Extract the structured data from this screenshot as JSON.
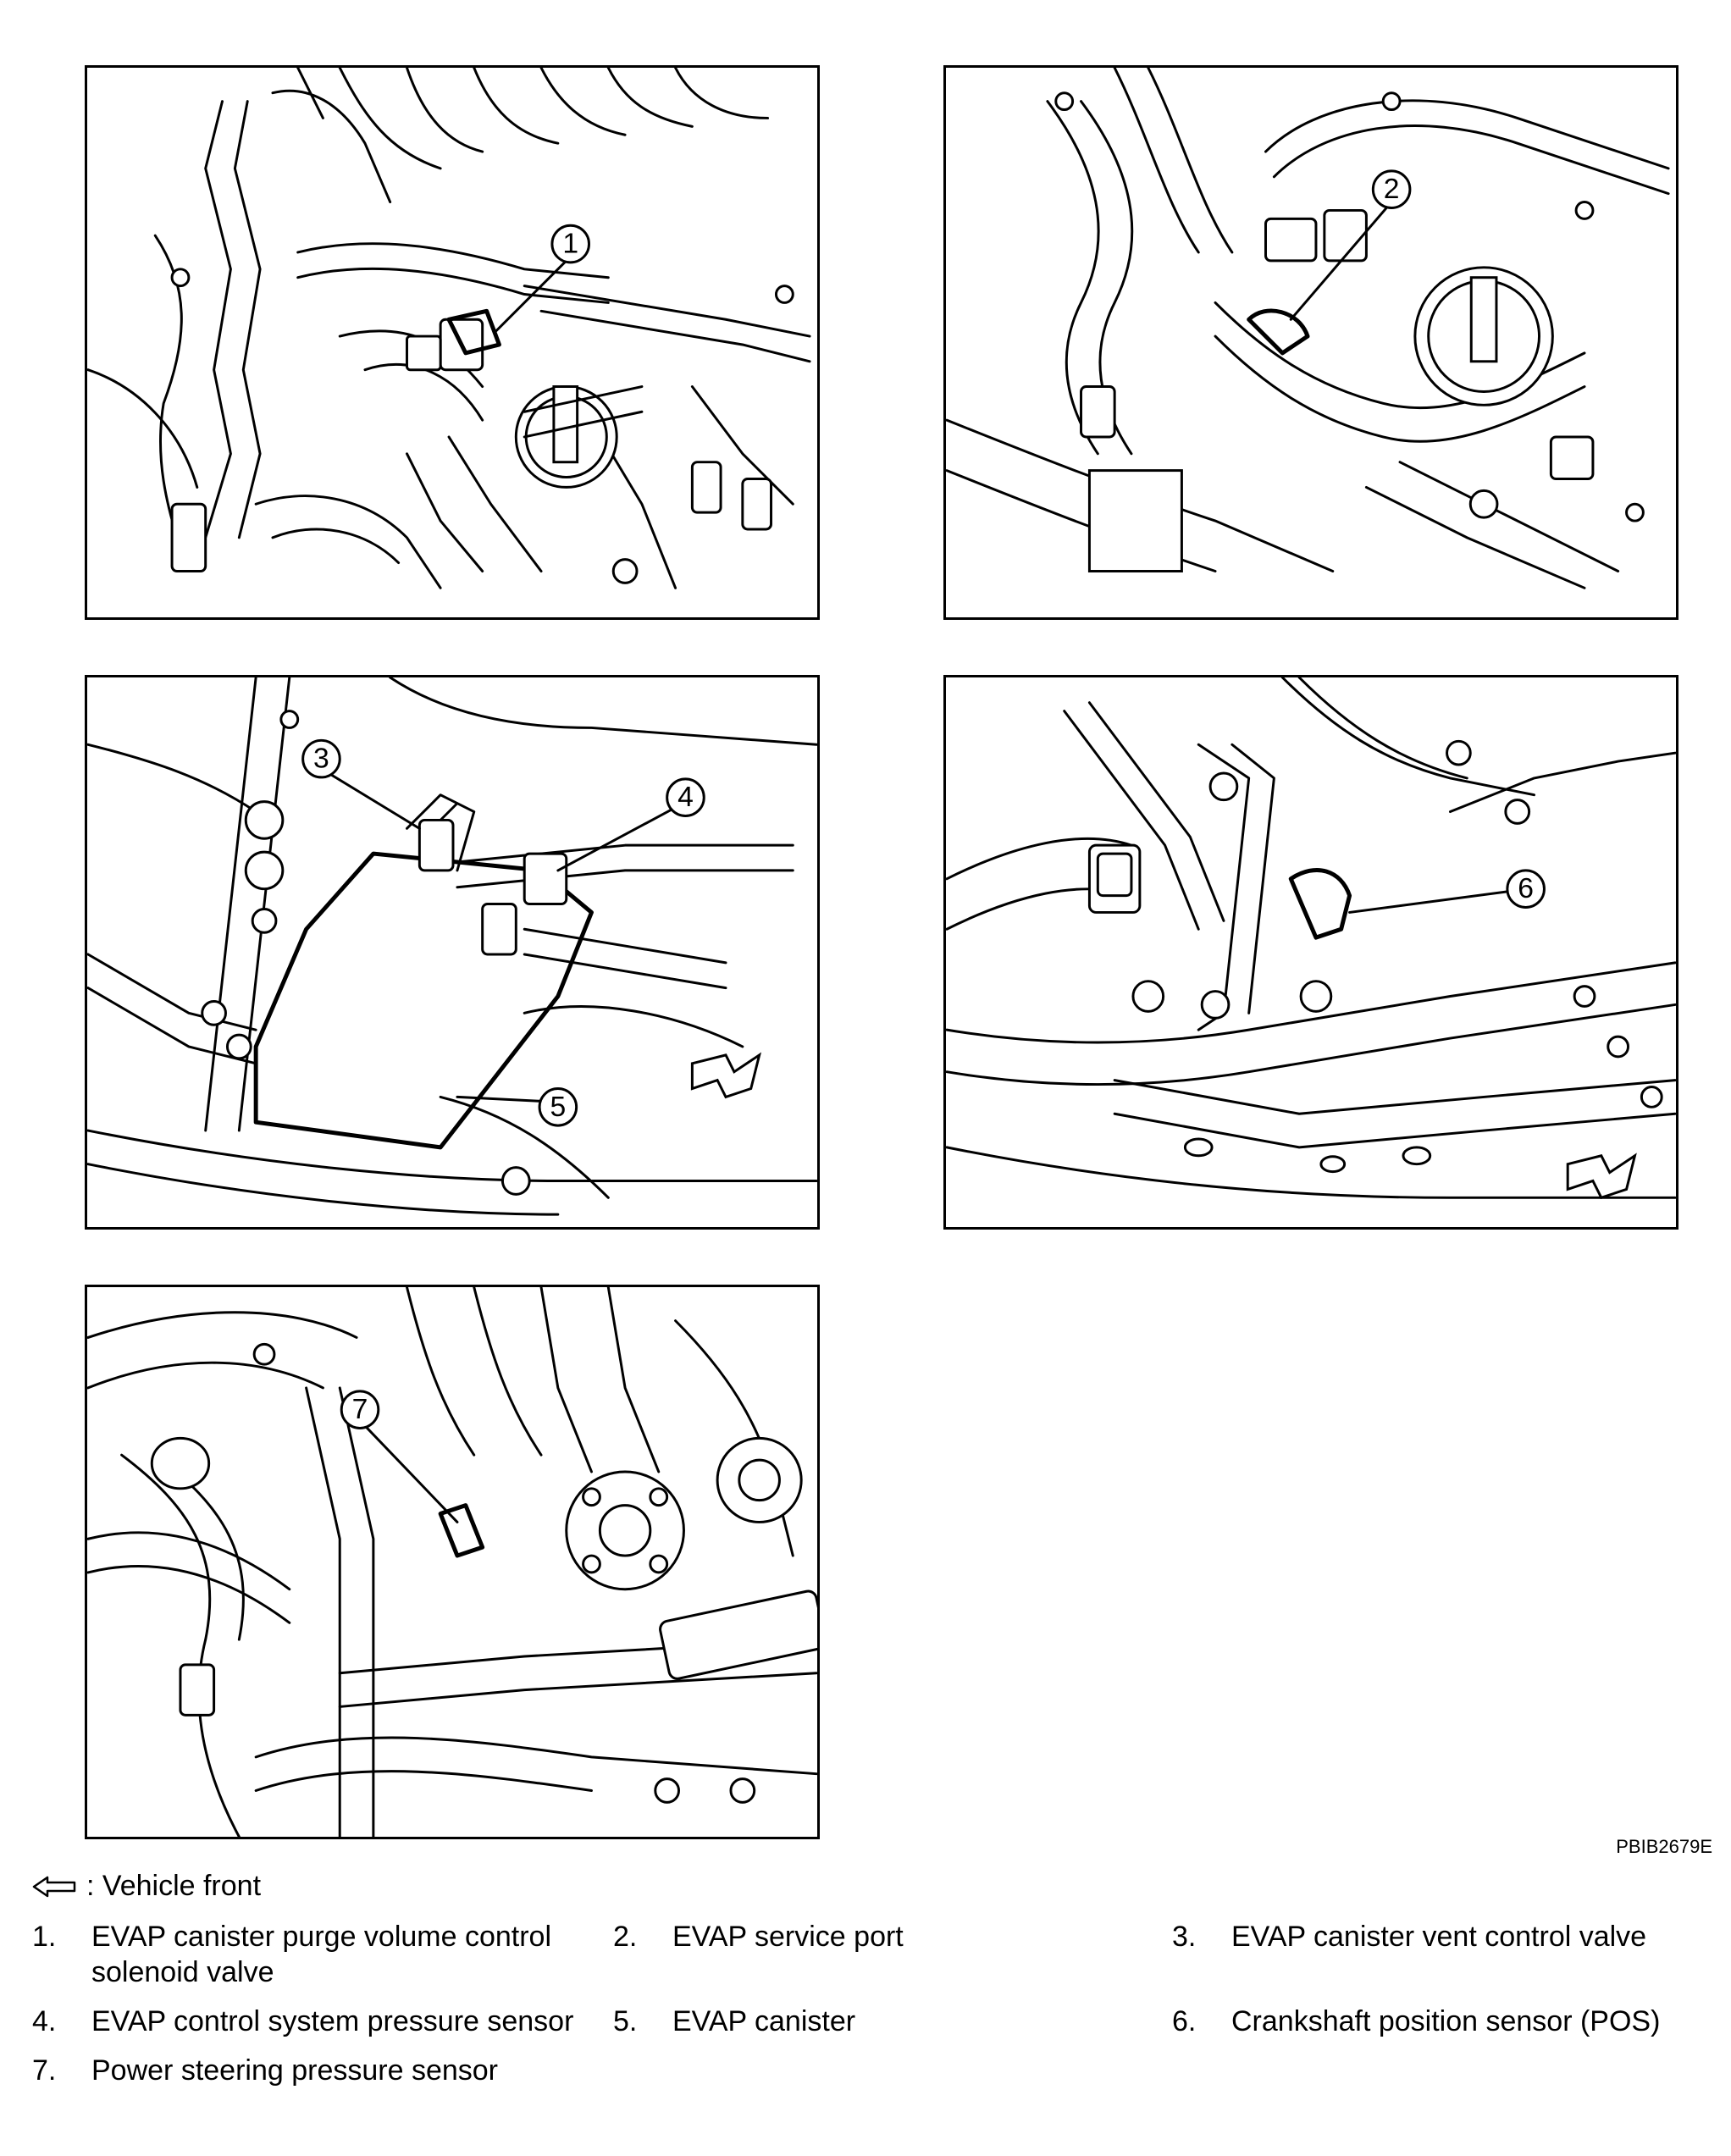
{
  "callouts": [
    "1",
    "2",
    "3",
    "4",
    "5",
    "6",
    "7"
  ],
  "figure_code": "PBIB2679E",
  "legend_front": ": Vehicle front",
  "legend_items": [
    {
      "num": "1.",
      "label": "EVAP canister purge volume control solenoid valve"
    },
    {
      "num": "2.",
      "label": "EVAP service port"
    },
    {
      "num": "3.",
      "label": "EVAP canister vent control valve"
    },
    {
      "num": "4.",
      "label": "EVAP control system pressure sensor"
    },
    {
      "num": "5.",
      "label": "EVAP canister"
    },
    {
      "num": "6.",
      "label": "Crankshaft position sensor (POS)"
    },
    {
      "num": "7.",
      "label": "Power steering pressure sensor"
    }
  ]
}
